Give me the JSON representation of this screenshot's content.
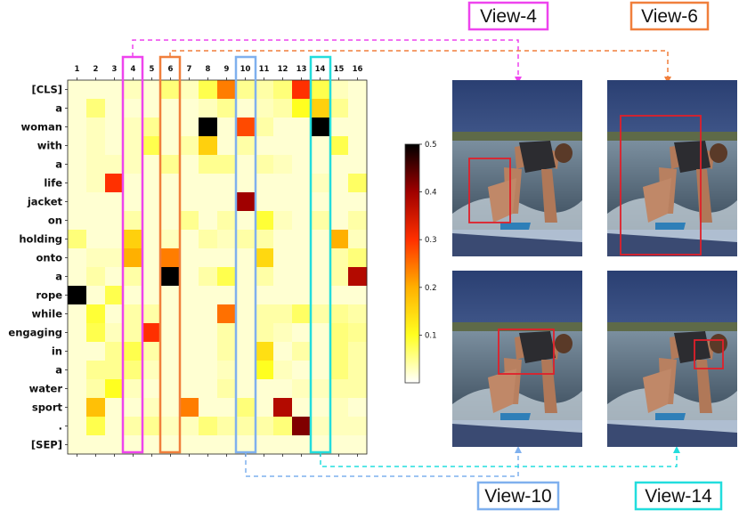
{
  "chart_data": {
    "type": "heatmap",
    "tokens": [
      "[CLS]",
      "a",
      "woman",
      "with",
      "a",
      "life",
      "jacket",
      "on",
      "holding",
      "onto",
      "a",
      "rope",
      "while",
      "engaging",
      "in",
      "a",
      "water",
      "sport",
      ".",
      "[SEP]"
    ],
    "columns": [
      "1",
      "2",
      "3",
      "4",
      "5",
      "6",
      "7",
      "8",
      "9",
      "10",
      "11",
      "12",
      "13",
      "14",
      "15",
      "16"
    ],
    "values": [
      [
        0.02,
        0.02,
        0.02,
        0.03,
        0.02,
        0.06,
        0.03,
        0.08,
        0.24,
        0.05,
        0.04,
        0.06,
        0.3,
        0.08,
        0.03,
        0.02
      ],
      [
        0.02,
        0.06,
        0.02,
        0.02,
        0.02,
        0.02,
        0.02,
        0.03,
        0.05,
        0.02,
        0.03,
        0.04,
        0.1,
        0.16,
        0.05,
        0.02
      ],
      [
        0.02,
        0.03,
        0.02,
        0.03,
        0.05,
        0.02,
        0.02,
        0.5,
        0.02,
        0.28,
        0.04,
        0.02,
        0.02,
        0.5,
        0.02,
        0.02
      ],
      [
        0.02,
        0.03,
        0.02,
        0.03,
        0.08,
        0.02,
        0.04,
        0.16,
        0.02,
        0.04,
        0.02,
        0.02,
        0.02,
        0.02,
        0.08,
        0.02
      ],
      [
        0.02,
        0.03,
        0.03,
        0.03,
        0.02,
        0.05,
        0.02,
        0.05,
        0.05,
        0.02,
        0.04,
        0.03,
        0.02,
        0.02,
        0.02,
        0.02
      ],
      [
        0.02,
        0.03,
        0.3,
        0.02,
        0.02,
        0.02,
        0.02,
        0.02,
        0.02,
        0.02,
        0.02,
        0.02,
        0.02,
        0.03,
        0.02,
        0.07
      ],
      [
        0.02,
        0.02,
        0.02,
        0.02,
        0.02,
        0.02,
        0.02,
        0.02,
        0.02,
        0.4,
        0.02,
        0.02,
        0.02,
        0.02,
        0.02,
        0.02
      ],
      [
        0.02,
        0.02,
        0.02,
        0.04,
        0.02,
        0.02,
        0.05,
        0.02,
        0.04,
        0.02,
        0.09,
        0.03,
        0.02,
        0.04,
        0.02,
        0.04
      ],
      [
        0.06,
        0.02,
        0.02,
        0.16,
        0.02,
        0.03,
        0.02,
        0.04,
        0.03,
        0.04,
        0.04,
        0.02,
        0.02,
        0.02,
        0.2,
        0.03
      ],
      [
        0.02,
        0.03,
        0.03,
        0.2,
        0.02,
        0.24,
        0.02,
        0.02,
        0.02,
        0.02,
        0.15,
        0.02,
        0.02,
        0.02,
        0.04,
        0.06
      ],
      [
        0.02,
        0.04,
        0.02,
        0.04,
        0.02,
        0.5,
        0.02,
        0.04,
        0.08,
        0.02,
        0.04,
        0.02,
        0.02,
        0.02,
        0.04,
        0.38
      ],
      [
        0.5,
        0.02,
        0.08,
        0.02,
        0.02,
        0.02,
        0.02,
        0.02,
        0.02,
        0.02,
        0.02,
        0.02,
        0.02,
        0.02,
        0.02,
        0.02
      ],
      [
        0.02,
        0.09,
        0.02,
        0.04,
        0.04,
        0.02,
        0.02,
        0.02,
        0.25,
        0.02,
        0.04,
        0.04,
        0.07,
        0.04,
        0.05,
        0.04
      ],
      [
        0.02,
        0.08,
        0.03,
        0.04,
        0.3,
        0.02,
        0.02,
        0.02,
        0.04,
        0.02,
        0.04,
        0.03,
        0.02,
        0.02,
        0.06,
        0.05
      ],
      [
        0.02,
        0.02,
        0.05,
        0.08,
        0.04,
        0.02,
        0.02,
        0.02,
        0.04,
        0.02,
        0.14,
        0.02,
        0.04,
        0.02,
        0.06,
        0.04
      ],
      [
        0.02,
        0.05,
        0.05,
        0.06,
        0.03,
        0.02,
        0.02,
        0.02,
        0.03,
        0.02,
        0.1,
        0.03,
        0.02,
        0.02,
        0.06,
        0.04
      ],
      [
        0.02,
        0.04,
        0.1,
        0.03,
        0.02,
        0.02,
        0.02,
        0.02,
        0.04,
        0.02,
        0.02,
        0.02,
        0.03,
        0.03,
        0.04,
        0.04
      ],
      [
        0.02,
        0.18,
        0.02,
        0.02,
        0.03,
        0.02,
        0.24,
        0.02,
        0.02,
        0.06,
        0.02,
        0.38,
        0.02,
        0.02,
        0.03,
        0.02
      ],
      [
        0.02,
        0.08,
        0.02,
        0.04,
        0.05,
        0.03,
        0.03,
        0.06,
        0.04,
        0.04,
        0.04,
        0.06,
        0.42,
        0.03,
        0.03,
        0.03
      ],
      [
        0.02,
        0.02,
        0.02,
        0.02,
        0.02,
        0.02,
        0.02,
        0.02,
        0.02,
        0.02,
        0.02,
        0.02,
        0.02,
        0.02,
        0.02,
        0.02
      ]
    ],
    "colorbar": {
      "min": 0.0,
      "max": 0.5,
      "ticks": [
        "0.1",
        "0.2",
        "0.3",
        "0.4",
        "0.5"
      ],
      "colormap": "hot_r"
    },
    "highlighted_columns": [
      {
        "column": "4",
        "view": "View-4",
        "color": "#ee44ee"
      },
      {
        "column": "6",
        "view": "View-6",
        "color": "#f07f3c"
      },
      {
        "column": "10",
        "view": "View-10",
        "color": "#7fb0ee"
      },
      {
        "column": "14",
        "view": "View-14",
        "color": "#22dddd"
      }
    ]
  },
  "views": [
    {
      "label": "View-4",
      "border": "#ee44ee"
    },
    {
      "label": "View-6",
      "border": "#f07f3c"
    },
    {
      "label": "View-10",
      "border": "#7fb0ee"
    },
    {
      "label": "View-14",
      "border": "#22dddd"
    }
  ],
  "box_color": "#e0202a"
}
